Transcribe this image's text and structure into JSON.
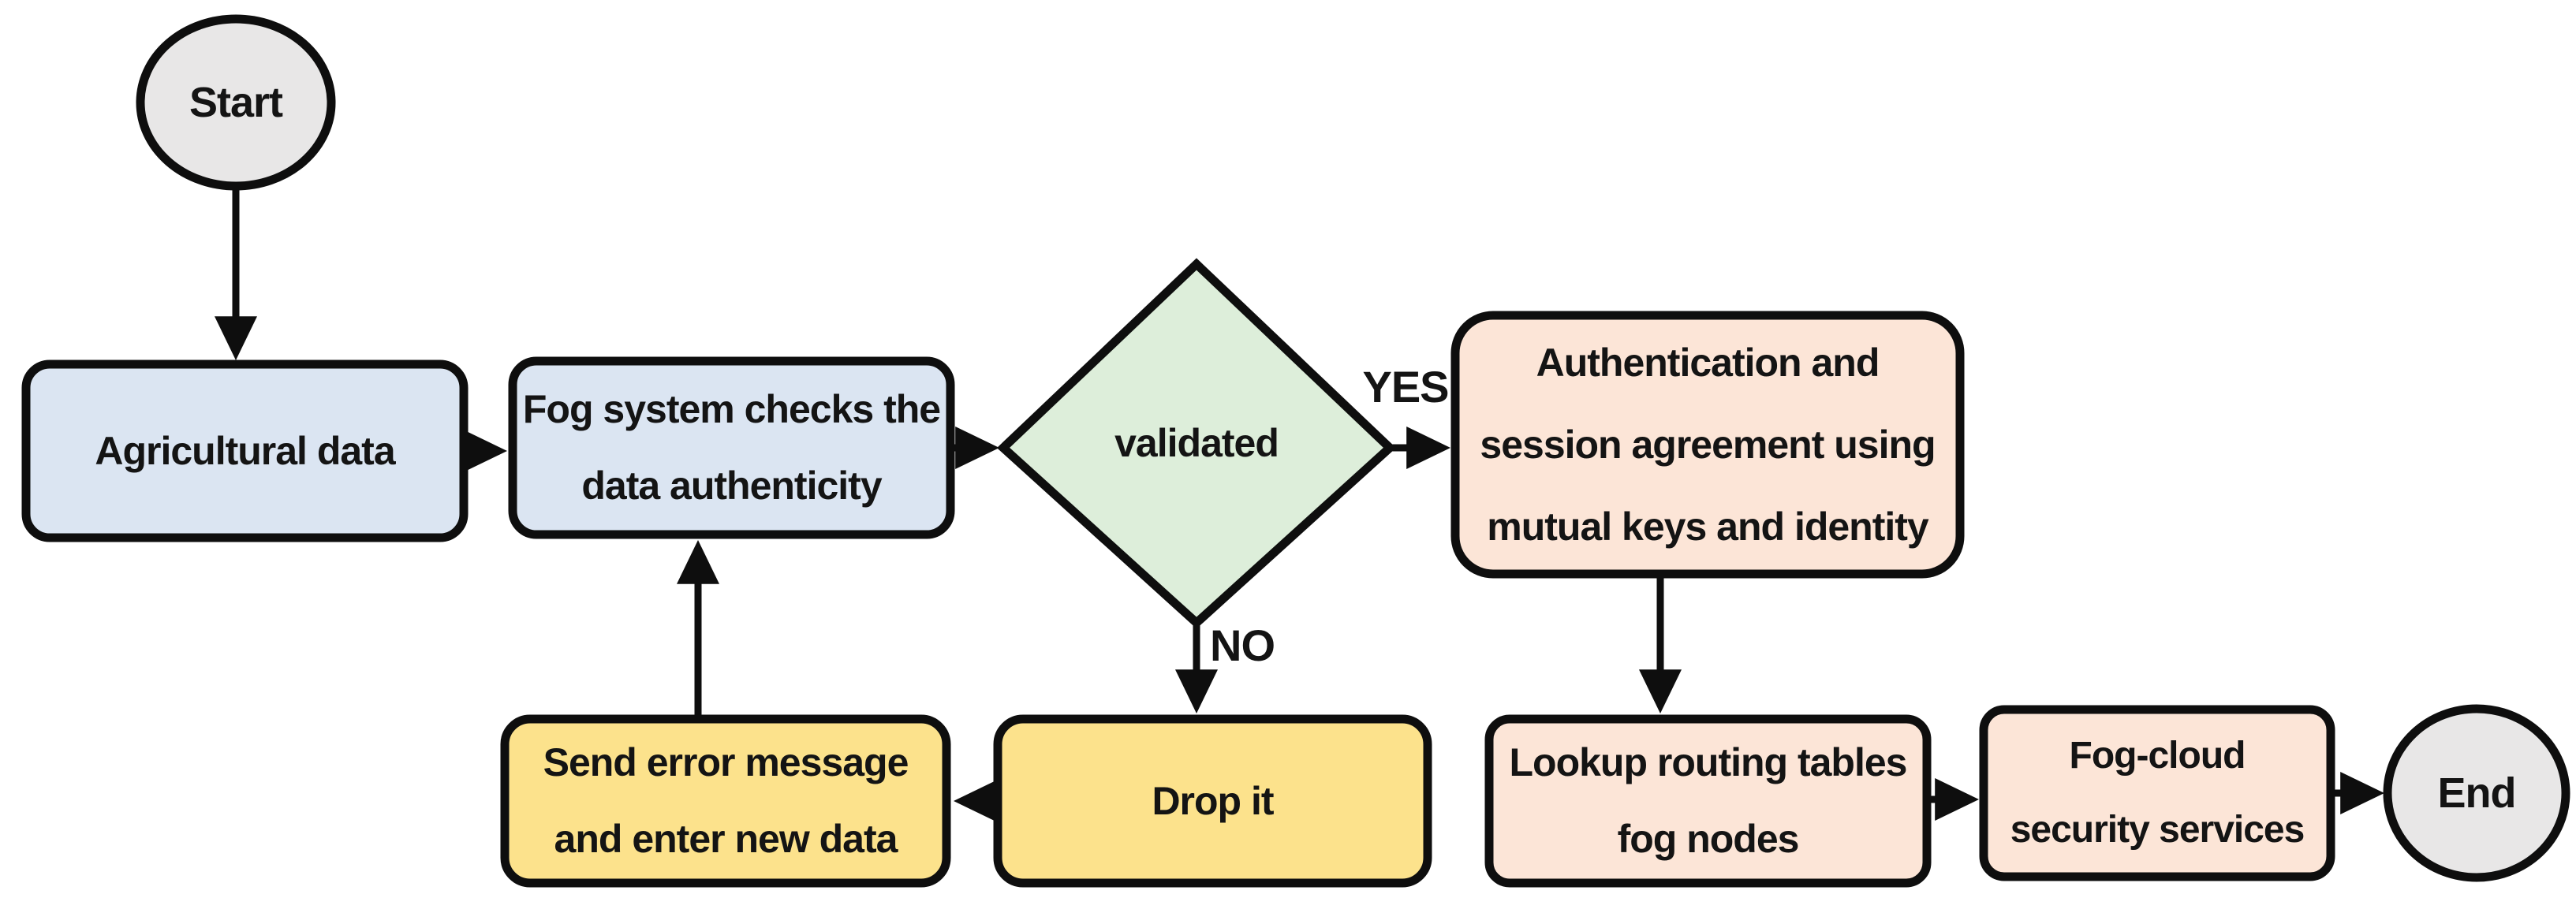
{
  "figure": {
    "type": "flowchart",
    "background": "#ffffff",
    "description": "Flowchart of agricultural data validation through a fog system with authentication and fog-cloud security services"
  },
  "colors": {
    "terminator_gray": "#e8e7e7",
    "process_blue": "#dbe5f2",
    "decision_green": "#ddeeda",
    "auth_peach": "#fce5d7",
    "error_yellow": "#fce28c",
    "outline_black": "#0e0e0e"
  },
  "nodes": {
    "start": {
      "type": "terminator",
      "label": "Start"
    },
    "agricultural_data": {
      "type": "process",
      "label": "Agricultural data"
    },
    "fog_system": {
      "type": "process",
      "lines": [
        "Fog system checks the",
        "data authenticity"
      ]
    },
    "validated": {
      "type": "decision",
      "label": "validated"
    },
    "auth": {
      "type": "process",
      "lines": [
        "Authentication and",
        "session agreement using",
        "mutual keys and identity"
      ]
    },
    "send_error": {
      "type": "process",
      "lines": [
        "Send error message",
        "and enter new data"
      ]
    },
    "drop_it": {
      "type": "process",
      "label": "Drop it"
    },
    "lookup": {
      "type": "process",
      "lines": [
        "Lookup routing tables",
        "fog nodes"
      ]
    },
    "fog_cloud": {
      "type": "process",
      "lines": [
        "Fog-cloud",
        "security services"
      ]
    },
    "end": {
      "type": "terminator",
      "label": "End"
    }
  },
  "edge_labels": {
    "yes": "YES",
    "no": "NO"
  },
  "edges": [
    {
      "from": "start",
      "to": "agricultural_data"
    },
    {
      "from": "agricultural_data",
      "to": "fog_system"
    },
    {
      "from": "fog_system",
      "to": "validated"
    },
    {
      "from": "validated",
      "to": "auth",
      "label": "YES"
    },
    {
      "from": "validated",
      "to": "drop_it",
      "label": "NO"
    },
    {
      "from": "drop_it",
      "to": "send_error"
    },
    {
      "from": "send_error",
      "to": "fog_system"
    },
    {
      "from": "auth",
      "to": "lookup"
    },
    {
      "from": "lookup",
      "to": "fog_cloud"
    },
    {
      "from": "fog_cloud",
      "to": "end"
    }
  ]
}
